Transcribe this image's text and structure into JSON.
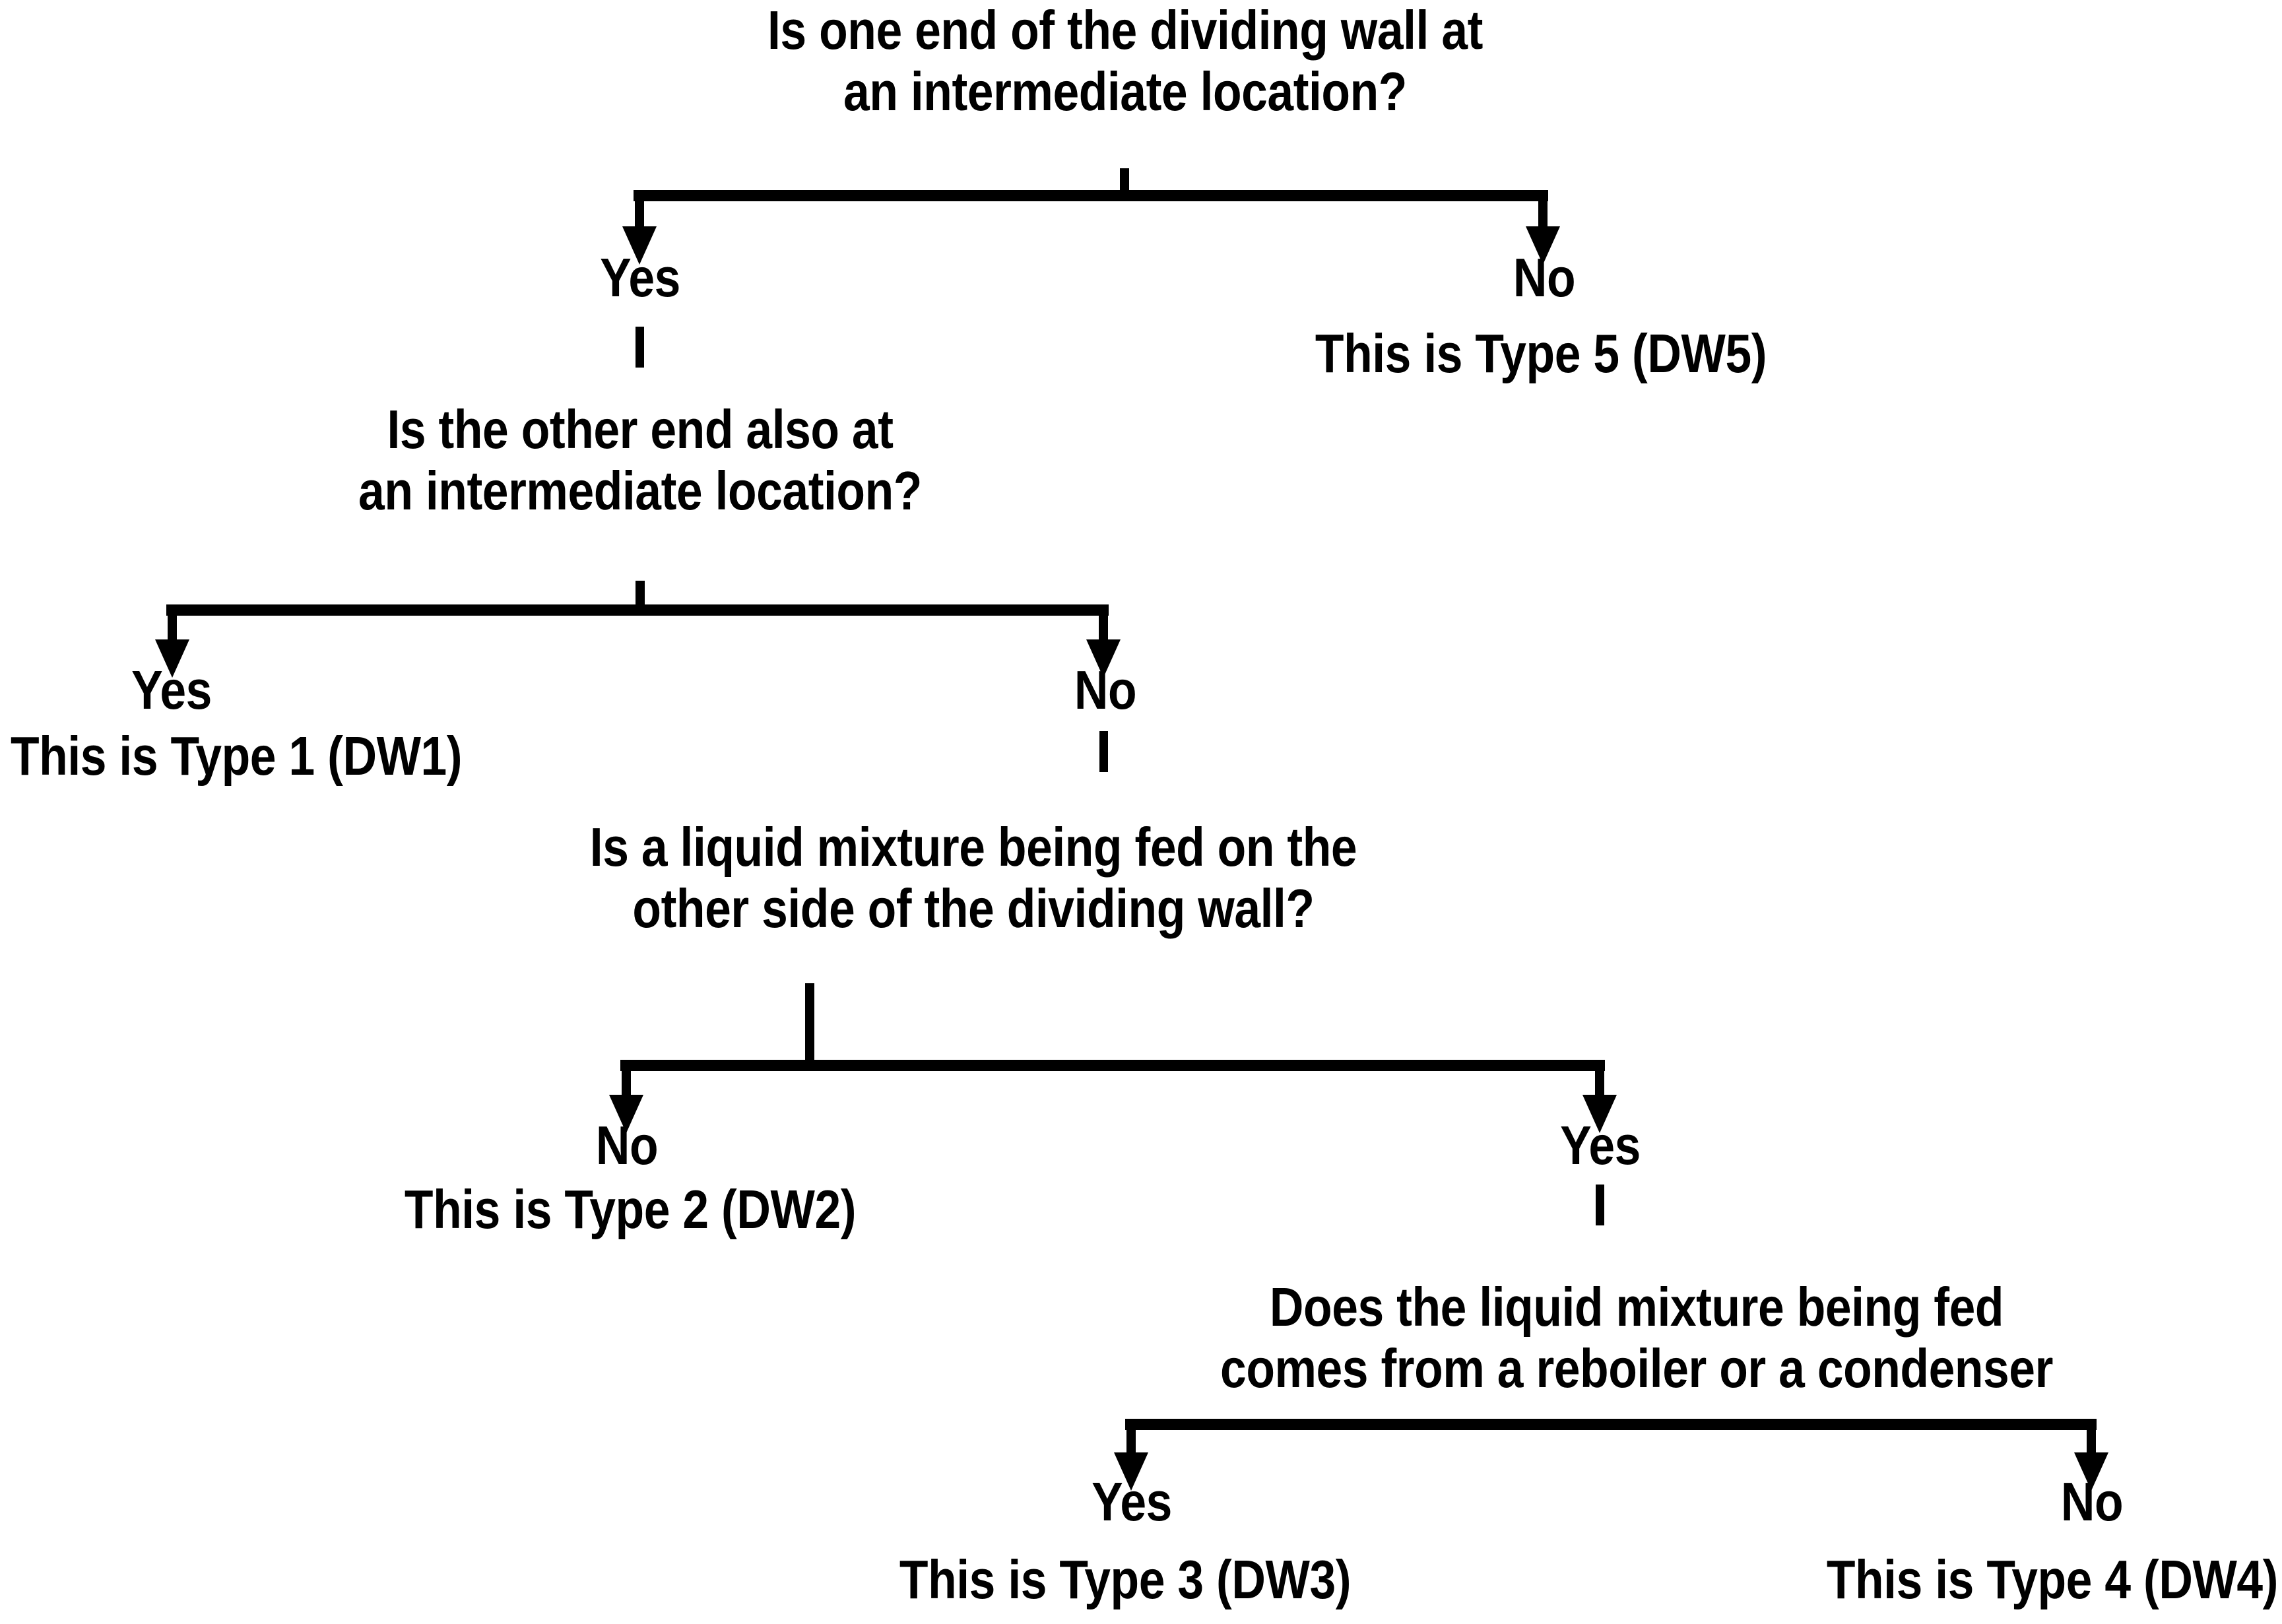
{
  "title": "Dividing wall column type classification decision tree",
  "colors": {
    "background": "#ffffff",
    "ink": "#000000"
  },
  "questions": {
    "q1": {
      "line1": "Is one end of the dividing wall at",
      "line2": "an intermediate location?"
    },
    "q2": {
      "line1": "Is the other end also at",
      "line2": "an intermediate location?"
    },
    "q3": {
      "line1": "Is a liquid mixture being fed on the",
      "line2": "other side of the dividing wall?"
    },
    "q4": {
      "line1": "Does the liquid mixture being fed",
      "line2": "comes from a reboiler or a condenser"
    }
  },
  "branches": {
    "q1_yes": "Yes",
    "q1_no": "No",
    "q2_yes": "Yes",
    "q2_no": "No",
    "q3_no": "No",
    "q3_yes": "Yes",
    "q4_yes": "Yes",
    "q4_no": "No"
  },
  "outcomes": {
    "dw5": "This is Type 5 (DW5)",
    "dw1": "This is Type 1 (DW1)",
    "dw2": "This is Type 2 (DW2)",
    "dw3": "This is Type 3 (DW3)",
    "dw4": "This is Type 4 (DW4)"
  },
  "flow": {
    "type": "decision-tree",
    "levels": 4,
    "terminal_count": 5,
    "paths": [
      {
        "answers": [
          "No"
        ],
        "result": "This is Type 5 (DW5)"
      },
      {
        "answers": [
          "Yes",
          "Yes"
        ],
        "result": "This is Type 1 (DW1)"
      },
      {
        "answers": [
          "Yes",
          "No",
          "No"
        ],
        "result": "This is Type 2 (DW2)"
      },
      {
        "answers": [
          "Yes",
          "No",
          "Yes",
          "Yes"
        ],
        "result": "This is Type 3 (DW3)"
      },
      {
        "answers": [
          "Yes",
          "No",
          "Yes",
          "No"
        ],
        "result": "This is Type 4 (DW4)"
      }
    ]
  }
}
